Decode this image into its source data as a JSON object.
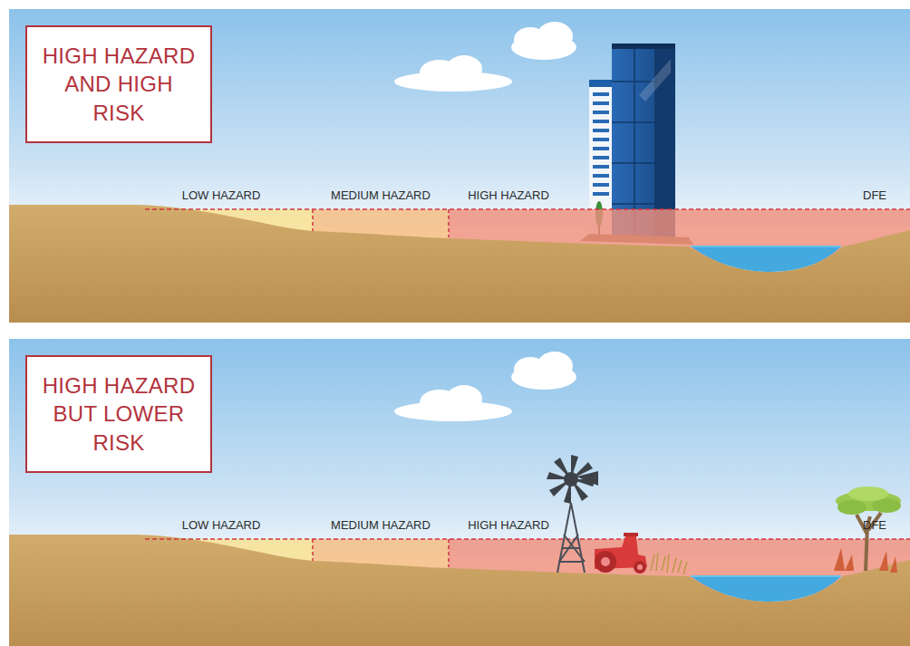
{
  "diagram": {
    "nodes": [
      {
        "text": [
          "HIGH HAZARD AND HIGH RISK"
        ]
      },
      {
        "text": [
          "HIGH HAZARD BUT LOWER RISK"
        ]
      }
    ],
    "labels": [
      "LOW HAZARD",
      "MEDIUM HAZARD",
      "HIGH HAZARD",
      "DFE",
      "LOW HAZARD",
      "MEDIUM HAZARD",
      "HIGH HAZARD",
      "DFE"
    ]
  }
}
